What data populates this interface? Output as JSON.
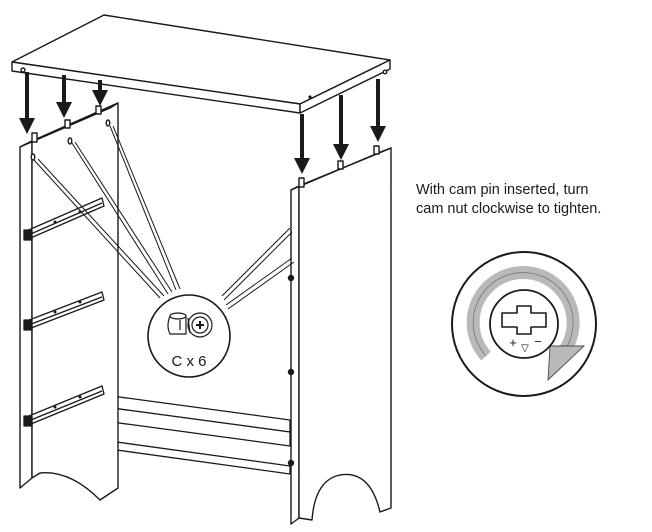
{
  "instruction": {
    "line1": "With cam pin inserted, turn",
    "line2": "cam nut clockwise to tighten."
  },
  "detail_callout": {
    "label": "C x 6"
  },
  "cam_nut_detail": {
    "plus_symbol": "+",
    "minus_symbol": "−",
    "arrow_symbol": "▽"
  },
  "colors": {
    "line": "#1a1a1a",
    "rotation_arrow": "#b9b9b9",
    "background": "#ffffff"
  }
}
